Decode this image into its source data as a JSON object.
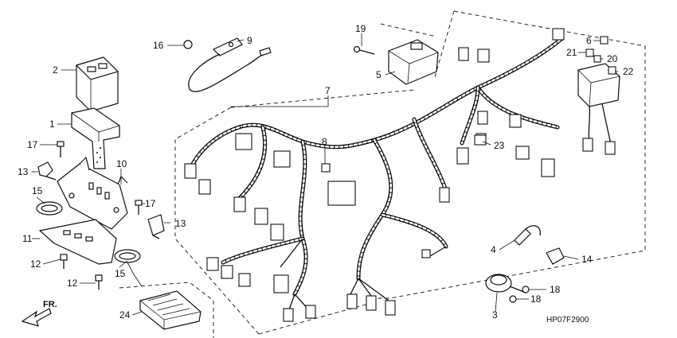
{
  "callouts": {
    "c1": "1",
    "c2": "2",
    "c3": "3",
    "c4": "4",
    "c5": "5",
    "c6": "6",
    "c7": "7",
    "c8": "8",
    "c9": "9",
    "c10": "10",
    "c11": "11",
    "c12a": "12",
    "c12b": "12",
    "c13a": "13",
    "c13b": "13",
    "c14": "14",
    "c15a": "15",
    "c15b": "15",
    "c16": "16",
    "c17a": "17",
    "c17b": "17",
    "c18a": "18",
    "c18b": "18",
    "c19": "19",
    "c20": "20",
    "c21": "21",
    "c22": "22",
    "c23": "23",
    "c24": "24"
  },
  "front_arrow": "FR.",
  "diagram_code": "HP07F2900"
}
